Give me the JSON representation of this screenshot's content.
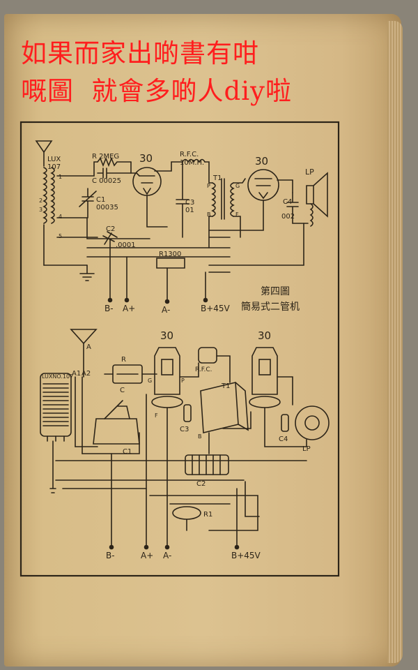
{
  "caption": {
    "line1": "如果而家出啲書有咁",
    "line2": "嘅圖  就會多啲人diy啦",
    "color": "#ff1e1e"
  },
  "top_schematic": {
    "title_line1": "第四圖",
    "title_line2": "簡易式二管机",
    "labels": {
      "lux": "LUX",
      "lux_num": "107",
      "resistor": "R 2MEG",
      "capacitor_c": "C 00025",
      "c1": "C1",
      "c1_value": "00035",
      "c2": "C2",
      "c2_value": ".0001",
      "tube1": "30",
      "tube2": "30",
      "rfc": "R.F.C.",
      "rfc_value": "10M.H.",
      "c3": "C3",
      "c3_value": "01",
      "t1": "T1",
      "c4": "C4",
      "c4_value": "002",
      "lp": "LP",
      "r1": "R1300",
      "p": "P",
      "b": "B",
      "g": "G",
      "f": "F",
      "tap1": "1",
      "tap2": "2",
      "tap3": "3",
      "tap4": "4",
      "tap5": "5"
    },
    "terminals": [
      "B-",
      "A+",
      "A-",
      "B+45V"
    ]
  },
  "bottom_pictorial": {
    "labels": {
      "antenna": "A",
      "coil": "LUXNO.107",
      "a1": "A1",
      "a2": "A2",
      "r": "R",
      "c": "C",
      "c1": "C1",
      "tube1": "30",
      "tube2": "30",
      "rfc": "R.F.C.",
      "t1": "T1",
      "c3": "C3",
      "c4": "C4",
      "lp": "LP",
      "c2": "C2",
      "r1": "R1",
      "g": "G",
      "p": "P",
      "f": "F",
      "b": "B"
    },
    "terminals": [
      "B-",
      "A+",
      "A-",
      "B+45V"
    ]
  },
  "colors": {
    "ink": "#2c2418",
    "paper": "#d8bd88"
  }
}
